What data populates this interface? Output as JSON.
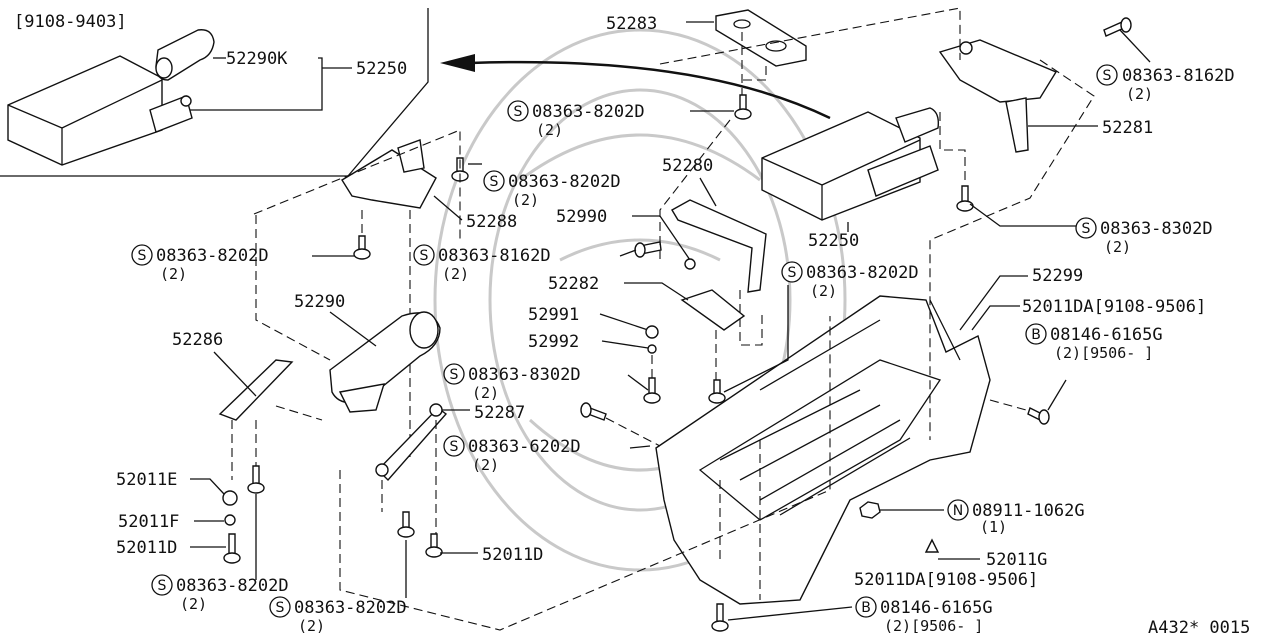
{
  "inset": {
    "date_range": "[9108-9403]",
    "part_a": "52290K",
    "part_b": "52250"
  },
  "labels": {
    "p52283": "52283",
    "p52281": "52281",
    "p52280": "52280",
    "p52990": "52990",
    "p52250": "52250",
    "p52288": "52288",
    "p52282": "52282",
    "p52991": "52991",
    "p52992": "52992",
    "p52290": "52290",
    "p52286": "52286",
    "p52287": "52287",
    "p52299": "52299",
    "p52011DA_a": "52011DA[9108-9506]",
    "p52011DA_b": "52011DA[9108-9506]",
    "p52011E": "52011E",
    "p52011F": "52011F",
    "p52011D_a": "52011D",
    "p52011D_b": "52011D",
    "p52011G": "52011G"
  },
  "fasteners": {
    "f1": {
      "symbol": "S",
      "code": "08363-8162D",
      "qty": "(2)"
    },
    "f2": {
      "symbol": "S",
      "code": "08363-8202D",
      "qty": "(2)"
    },
    "f3": {
      "symbol": "S",
      "code": "08363-8202D",
      "qty": "(2)"
    },
    "f4": {
      "symbol": "S",
      "code": "08363-8302D",
      "qty": "(2)"
    },
    "f5": {
      "symbol": "S",
      "code": "08363-8202D",
      "qty": "(2)"
    },
    "f6": {
      "symbol": "S",
      "code": "08363-8162D",
      "qty": "(2)"
    },
    "f7": {
      "symbol": "S",
      "code": "08363-8202D",
      "qty": "(2)"
    },
    "f8": {
      "symbol": "B",
      "code": "08146-6165G",
      "qty": "(2)[9506-     ]"
    },
    "f9": {
      "symbol": "S",
      "code": "08363-8302D",
      "qty": "(2)"
    },
    "f10": {
      "symbol": "S",
      "code": "08363-6202D",
      "qty": "(2)"
    },
    "f11": {
      "symbol": "N",
      "code": "08911-1062G",
      "qty": "(1)"
    },
    "f12": {
      "symbol": "S",
      "code": "08363-8202D",
      "qty": "(2)"
    },
    "f13": {
      "symbol": "S",
      "code": "08363-8202D",
      "qty": "(2)"
    },
    "f14": {
      "symbol": "B",
      "code": "08146-6165G",
      "qty": "(2)[9506-     ]"
    }
  },
  "footer": {
    "ref": "A432* 0015"
  }
}
